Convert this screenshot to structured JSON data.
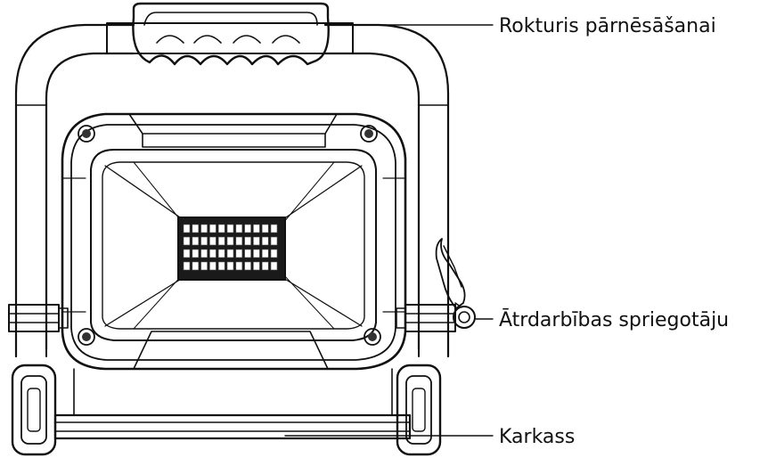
{
  "diagram": {
    "callouts": [
      {
        "id": "handle",
        "text": "Rokturis pārnēsāšanai"
      },
      {
        "id": "clamp",
        "text": "Ātrdarbības spriegotāju"
      },
      {
        "id": "frame",
        "text": "Karkass"
      }
    ],
    "led_grid": {
      "rows": 4,
      "cols": 11
    },
    "colors": {
      "line": "#111111",
      "background": "#ffffff",
      "led_panel": "#1a1a1a"
    }
  }
}
